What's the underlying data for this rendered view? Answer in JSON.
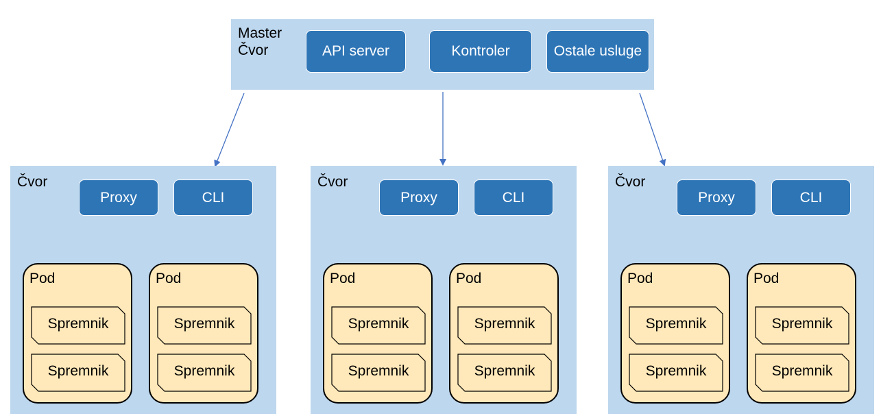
{
  "master": {
    "title": "Master Čvor",
    "services": [
      "API server",
      "Kontroler",
      "Ostale usluge"
    ]
  },
  "nodes": [
    {
      "title": "Čvor",
      "services": [
        "Proxy",
        "CLI"
      ],
      "pods": [
        {
          "title": "Pod",
          "containers": [
            "Spremnik",
            "Spremnik"
          ]
        },
        {
          "title": "Pod",
          "containers": [
            "Spremnik",
            "Spremnik"
          ]
        }
      ]
    },
    {
      "title": "Čvor",
      "services": [
        "Proxy",
        "CLI"
      ],
      "pods": [
        {
          "title": "Pod",
          "containers": [
            "Spremnik",
            "Spremnik"
          ]
        },
        {
          "title": "Pod",
          "containers": [
            "Spremnik",
            "Spremnik"
          ]
        }
      ]
    },
    {
      "title": "Čvor",
      "services": [
        "Proxy",
        "CLI"
      ],
      "pods": [
        {
          "title": "Pod",
          "containers": [
            "Spremnik",
            "Spremnik"
          ]
        },
        {
          "title": "Pod",
          "containers": [
            "Spremnik",
            "Spremnik"
          ]
        }
      ]
    }
  ],
  "colors": {
    "panel": "#bdd7ee",
    "service": "#2e75b6",
    "pod": "#ffe8b9",
    "arrow": "#4472c4"
  }
}
